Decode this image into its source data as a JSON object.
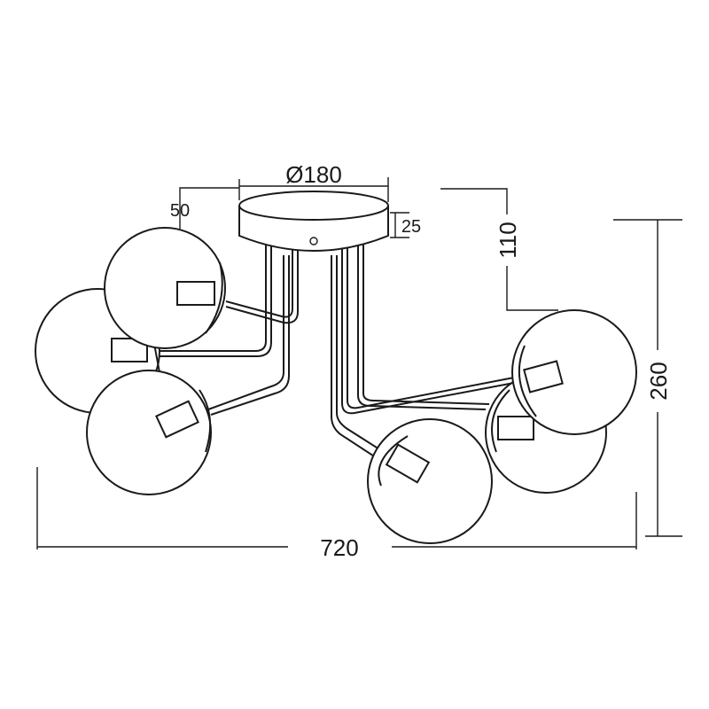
{
  "dimensions": {
    "canopy_diameter": "Ø180",
    "canopy_offset": "50",
    "canopy_height": "25",
    "drop": "110",
    "total_height": "260",
    "total_width": "720"
  },
  "colors": {
    "line": "#1a1a1a",
    "background": "#ffffff"
  }
}
